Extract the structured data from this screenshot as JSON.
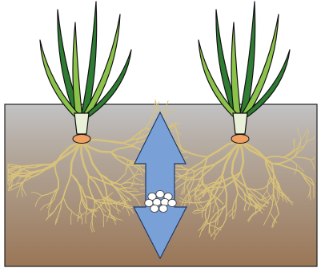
{
  "diagram": {
    "colors": {
      "background": "#ffffff",
      "soil_top": "#c2c2c4",
      "soil_mid": "#b3a89c",
      "soil_bottom": "#9a7656",
      "soil_border": "#222222",
      "leaf_dark": "#2e7d32",
      "leaf_light": "#8bc34a",
      "leaf_outline": "#111111",
      "stem_base": "#e8f0d8",
      "root_node": "#f0a060",
      "root_color": "#d8c27a",
      "arrow_fill": "#7aa0d8",
      "arrow_outline": "#1f3a66",
      "granule_fill": "#ffffff",
      "granule_outline": "#444444"
    },
    "elements": {
      "left_plant": "plant",
      "right_plant": "plant",
      "central_arrow": "double-headed-arrow",
      "granules": "fertilizer-granules",
      "granule_count": 9
    }
  }
}
